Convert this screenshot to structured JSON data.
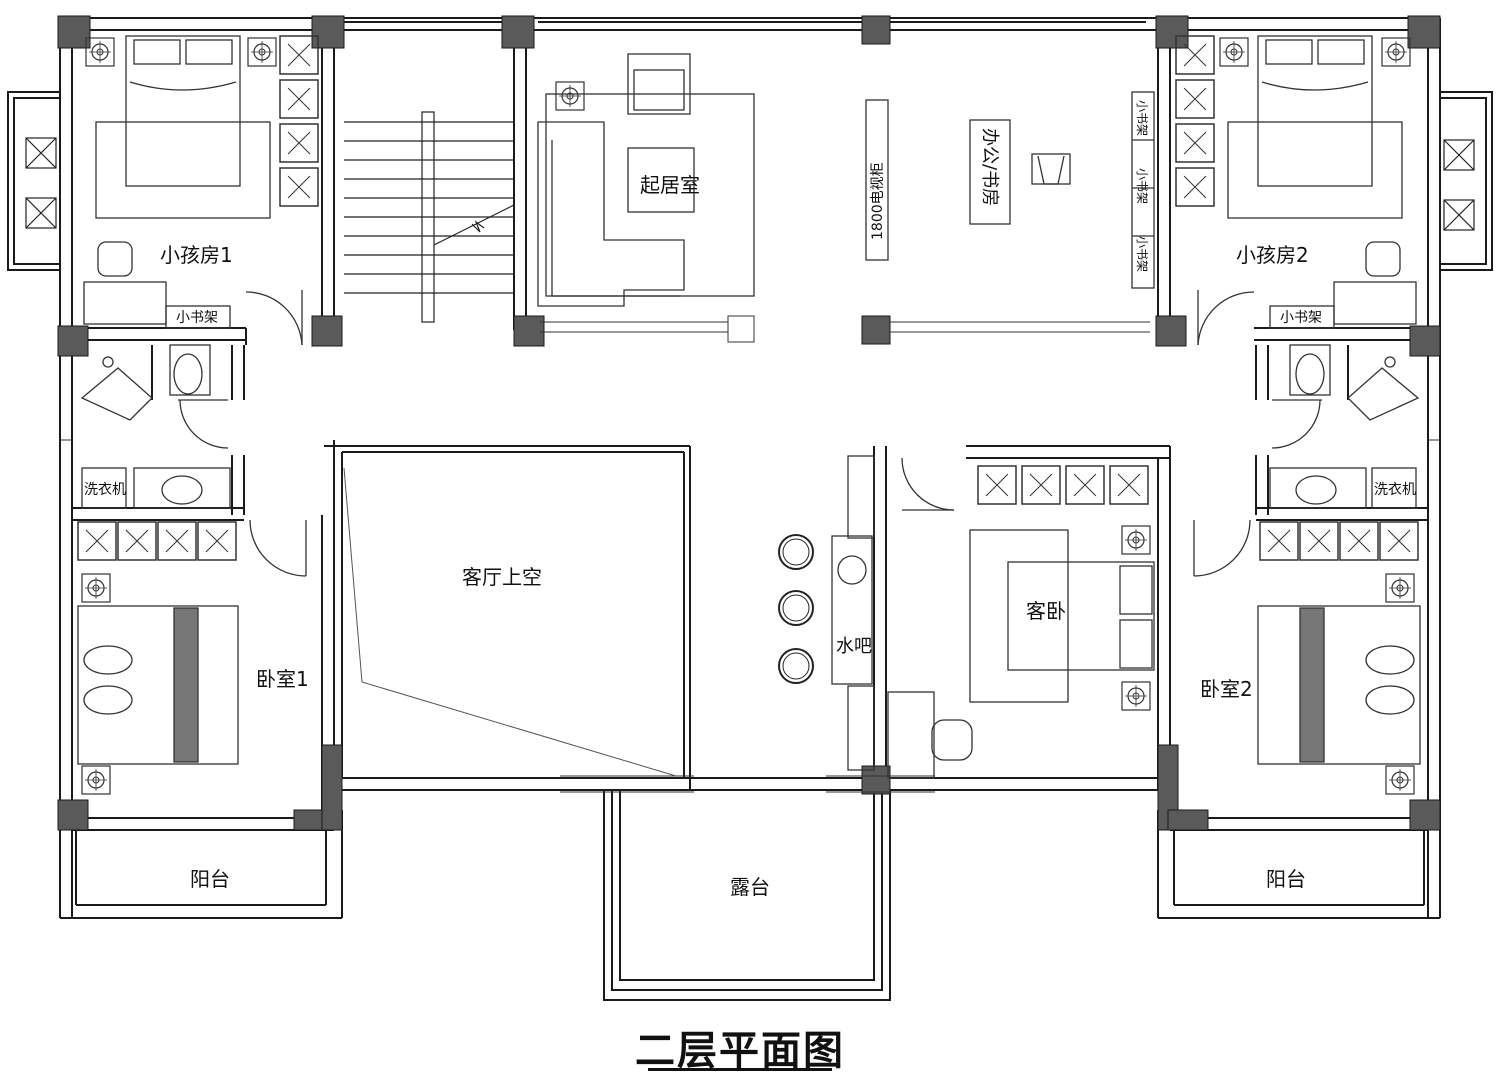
{
  "drawing_title": "二层平面图",
  "rooms": {
    "child_room_1": "小孩房1",
    "child_room_2": "小孩房2",
    "sitting_room": "起居室",
    "study": "办公/书房",
    "tv_cabinet": "1800电视柜",
    "bedroom_1": "卧室1",
    "bedroom_2": "卧室2",
    "void_living": "客厅上空",
    "guest_room": "客卧",
    "water_bar": "水吧",
    "balcony_left": "阳台",
    "balcony_right": "阳台",
    "terrace": "露台"
  },
  "fixtures": {
    "washer_left": "洗衣机",
    "washer_right": "洗衣机",
    "bookshelf_left": "小书架",
    "bookshelf_right": "小书架",
    "bookshelf_study_1": "小书架",
    "bookshelf_study_2": "小书架",
    "bookshelf_study_3": "小书架"
  },
  "colors": {
    "wall_line": "#1a1a1a",
    "column_fill": "#5a5a5a",
    "furniture_line": "#333333"
  }
}
